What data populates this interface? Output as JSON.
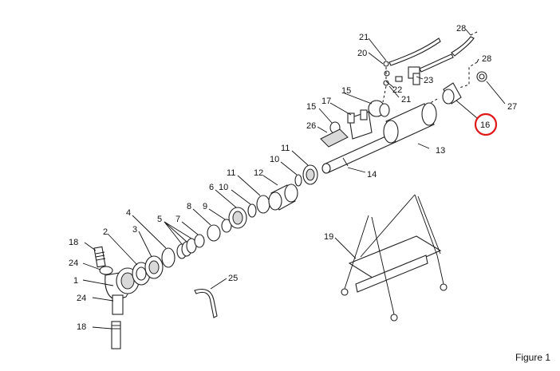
{
  "figure": {
    "caption": "Figure 1"
  },
  "callouts": {
    "c1": "1",
    "c2": "2",
    "c3": "3",
    "c4": "4",
    "c5": "5",
    "c6": "6",
    "c7": "7",
    "c8": "8",
    "c9": "9",
    "c10a": "10",
    "c10b": "10",
    "c11a": "11",
    "c11b": "11",
    "c12": "12",
    "c13": "13",
    "c14": "14",
    "c15a": "15",
    "c15b": "15",
    "c16": "16",
    "c17": "17",
    "c18a": "18",
    "c18b": "18",
    "c19": "19",
    "c20": "20",
    "c21a": "21",
    "c21b": "21",
    "c22": "22",
    "c23": "23",
    "c24a": "24",
    "c24b": "24",
    "c25": "25",
    "c26": "26",
    "c27": "27",
    "c28a": "28",
    "c28b": "28"
  },
  "highlight": {
    "part": "16",
    "color": "#e01818"
  }
}
